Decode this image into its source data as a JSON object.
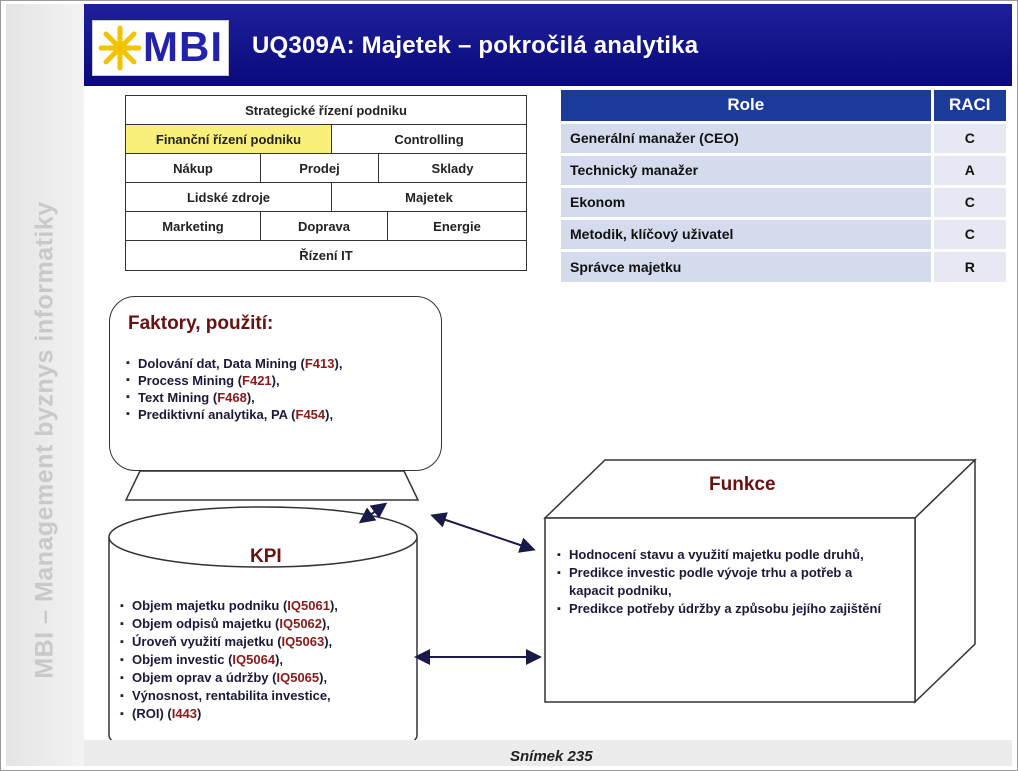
{
  "side_text": "MBI – Management byznys informatiky",
  "header": {
    "logo_text": "MBI",
    "title": "UQ309A: Majetek – pokročilá analytika"
  },
  "grid": {
    "rows": [
      [
        "Strategické řízení podniku"
      ],
      [
        "Finanční řízení podniku",
        "Controlling"
      ],
      [
        "Nákup",
        "Prodej",
        "Sklady"
      ],
      [
        "Lidské zdroje",
        "Majetek"
      ],
      [
        "Marketing",
        "Doprava",
        "Energie"
      ],
      [
        "Řízení IT"
      ]
    ],
    "highlighted": "Finanční řízení podniku"
  },
  "raci": {
    "headers": [
      "Role",
      "RACI"
    ],
    "rows": [
      {
        "role": "Generální manažer (CEO)",
        "value": "C"
      },
      {
        "role": "Technický manažer",
        "value": "A"
      },
      {
        "role": "Ekonom",
        "value": "C"
      },
      {
        "role": "Metodik, klíčový uživatel",
        "value": "C"
      },
      {
        "role": "Správce majetku",
        "value": "R"
      }
    ]
  },
  "factors": {
    "title": "Faktory, použití:",
    "items": [
      {
        "text": "Dolování dat, Data Mining (",
        "code": "F413",
        "end": "),"
      },
      {
        "text": "Process Mining (",
        "code": "F421",
        "end": "),"
      },
      {
        "text": "Text Mining (",
        "code": "F468",
        "end": "),"
      },
      {
        "text": "Prediktivní analytika, PA (",
        "code": "F454",
        "end": "),"
      }
    ]
  },
  "kpi": {
    "title": "KPI",
    "items": [
      {
        "text": "Objem majetku podniku (",
        "code": "IQ5061",
        "end": "),"
      },
      {
        "text": "Objem odpisů majetku (",
        "code": "IQ5062",
        "end": "),"
      },
      {
        "text": "Úroveň využití majetku (",
        "code": "IQ5063",
        "end": "),"
      },
      {
        "text": "Objem investic (",
        "code": "IQ5064",
        "end": "),"
      },
      {
        "text": "Objem oprav a údržby (",
        "code": "IQ5065",
        "end": "),"
      },
      {
        "text": "Výnosnost, rentabilita investice,",
        "code": "",
        "end": ""
      },
      {
        "text": "(ROI) (",
        "code": "I443",
        "end": ")"
      }
    ]
  },
  "functions": {
    "title": "Funkce",
    "items": [
      "Hodnocení stavu a využití majetku podle druhů,",
      "Predikce investic podle vývoje trhu a potřeb a kapacit podniku,",
      "Predikce potřeby údržby a způsobu jejího zajištění"
    ]
  },
  "footer": "Snímek 235",
  "colors": {
    "header_bg": "#0a0a7c",
    "raci_header": "#1b3b9a",
    "highlight": "#f8f07a",
    "accent_text": "#6b1010"
  }
}
